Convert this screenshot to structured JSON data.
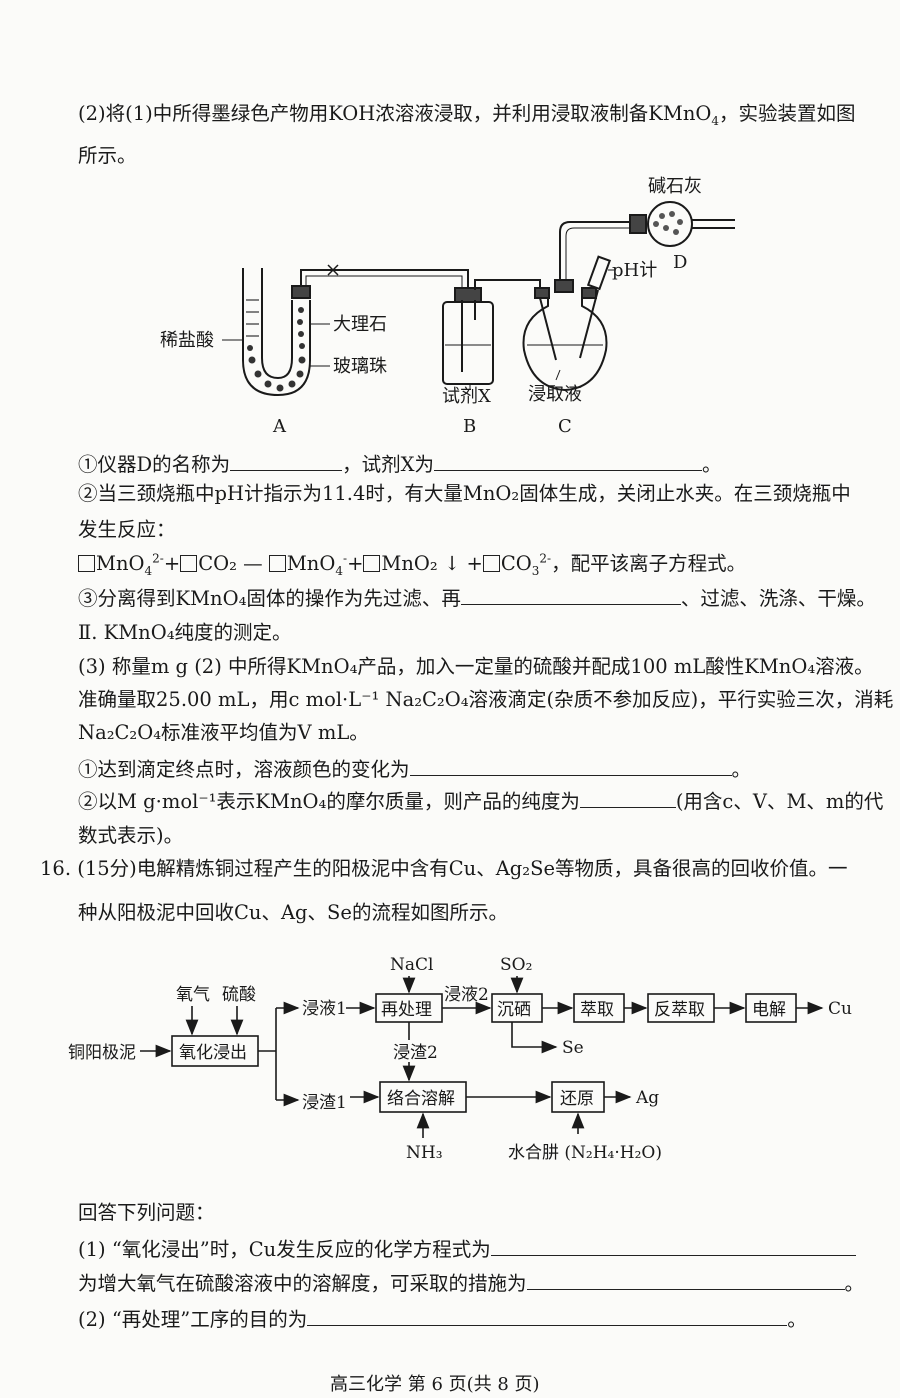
{
  "q15": {
    "part2_intro_a": "(2)将(1)中所得墨绿色产物用KOH浓溶液浸取，并利用浸取液制备KMnO",
    "part2_intro_sub": "4",
    "part2_intro_b": "，实验装置如图",
    "part2_intro_line2": "所示。",
    "apparatus": {
      "label_lime": "碱石灰",
      "label_ph": "pH计",
      "label_D": "D",
      "label_acid": "稀盐酸",
      "label_marble": "大理石",
      "label_beads": "玻璃珠",
      "label_reagentX": "试剂X",
      "label_extract": "浸取液",
      "label_A": "A",
      "label_B": "B",
      "label_C": "C"
    },
    "q1_a": "①仪器D的名称为",
    "q1_b": "，试剂X为",
    "q1_end": "。",
    "q2_line1": "②当三颈烧瓶中pH计指示为11.4时，有大量MnO₂固体生成，关闭止水夹。在三颈烧瓶中",
    "q2_line2": "发生反应：",
    "eq_mno4_2": "MnO",
    "eq_plus_co2": "+",
    "eq_co2": "CO₂ —",
    "eq_mno4": "MnO",
    "eq_plus2": "+",
    "eq_mno2": "MnO₂ ↓ +",
    "eq_co3": "CO",
    "eq_tail": "，配平该离子方程式。",
    "q3_a": "③分离得到KMnO₄固体的操作为先过滤、再",
    "q3_b": "、过滤、洗涤、干燥。",
    "sec2": "Ⅱ. KMnO₄纯度的测定。",
    "p3_line1": "(3) 称量m g (2) 中所得KMnO₄产品，加入一定量的硫酸并配成100 mL酸性KMnO₄溶液。",
    "p3_line2": "准确量取25.00 mL，用c mol·L⁻¹ Na₂C₂O₄溶液滴定(杂质不参加反应)，平行实验三次，消耗",
    "p3_line3": "Na₂C₂O₄标准液平均值为V mL。",
    "p3_q1_a": "①达到滴定终点时，溶液颜色的变化为",
    "p3_q1_end": "。",
    "p3_q2_a": "②以M g·mol⁻¹表示KMnO₄的摩尔质量，则产品的纯度为",
    "p3_q2_b": "(用含c、V、M、m的代",
    "p3_q2_line2": "数式表示)。"
  },
  "q16": {
    "intro_line1": "16. (15分)电解精炼铜过程产生的阳极泥中含有Cu、Ag₂Se等物质，具备很高的回收价值。一",
    "intro_line2": "种从阳极泥中回收Cu、Ag、Se的流程如图所示。",
    "flow": {
      "oxygen": "氧气",
      "sulfuric": "硫酸",
      "feed": "铜阳极泥",
      "box_oxidize": "氧化浸出",
      "leach1": "浸液1",
      "residue1": "浸渣1",
      "nacl": "NaCl",
      "box_retreat": "再处理",
      "leach2": "浸液2",
      "so2": "SO₂",
      "box_se": "沉硒",
      "se": "Se",
      "box_extract": "萃取",
      "box_back": "反萃取",
      "box_elec": "电解",
      "cu": "Cu",
      "residue2": "浸渣2",
      "box_complex": "络合溶解",
      "nh3": "NH₃",
      "box_reduce": "还原",
      "ag": "Ag",
      "hydrazine": "水合肼 (N₂H₄·H₂O)"
    },
    "answer_prompt": "回答下列问题：",
    "q1_a": "(1) “氧化浸出”时，Cu发生反应的化学方程式为",
    "q1_line2": "为增大氧气在硫酸溶液中的溶解度，可采取的措施为",
    "q1_end": "。",
    "q2_a": "(2) “再处理”工序的目的为",
    "q2_end": "。"
  },
  "footer": "高三化学  第 6 页(共 8 页)"
}
